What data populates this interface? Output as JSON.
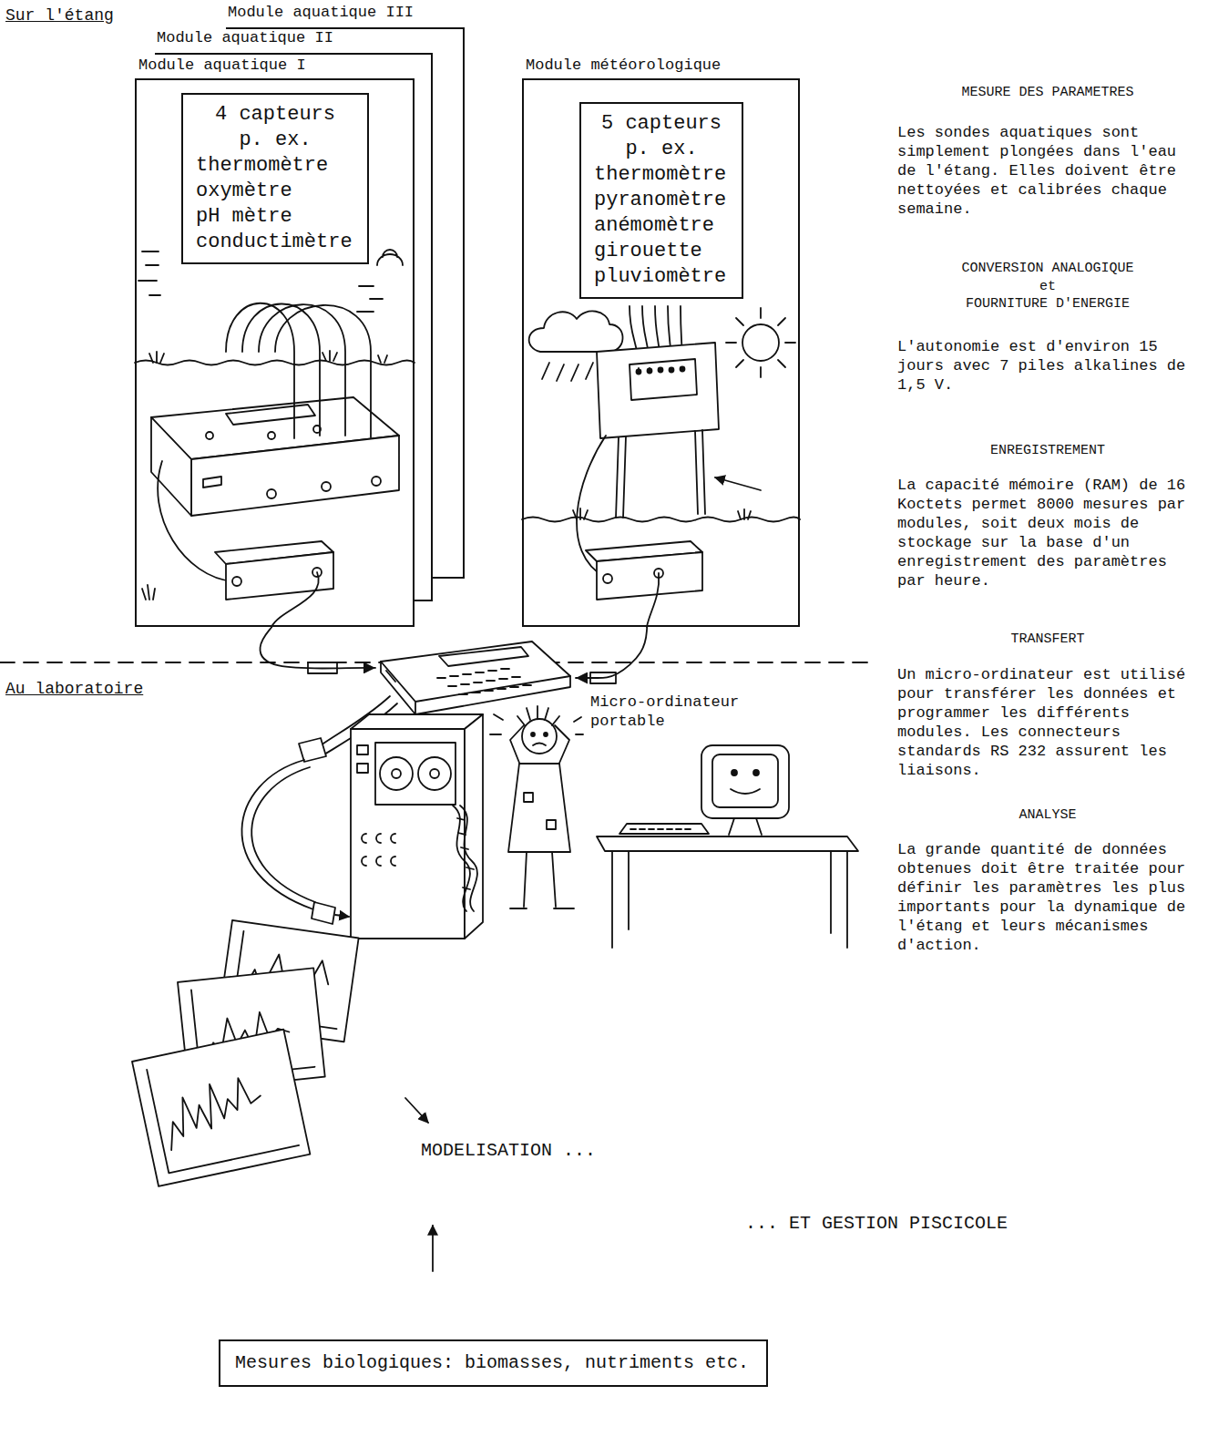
{
  "diagram": {
    "nodes": [
      {
        "text": [
          "Module aquatique III"
        ]
      },
      {
        "text": [
          "Module aquatique II"
        ]
      },
      {
        "text": [
          "Module aquatique I"
        ]
      },
      {
        "text": [
          "4 capteurs p. ex.",
          "thermomètre",
          "oxymètre",
          "pH mètre",
          "conductimètre"
        ],
        "in": 2
      },
      {
        "text": [
          "Module météorologique"
        ]
      },
      {
        "text": [
          "5 capteurs p. ex.",
          "thermomètre",
          "pyranomètre",
          "anémomètre",
          "girouette",
          "pluviomètre"
        ],
        "in": 4
      },
      {
        "text": [
          "Micro-ordinateur portable"
        ]
      },
      {
        "text": [
          "Mesures biologiques: biomasses, nutriments etc."
        ]
      }
    ],
    "edges": [
      {
        "from": 2,
        "to": 6,
        "arrow": "to"
      },
      {
        "from": 4,
        "to": 6,
        "arrow": "to"
      }
    ],
    "labels": [
      "Sur l'étang",
      "MESURE DES PARAMETRES",
      "Les sondes aquatiques sont simplement plongées dans l'eau de l'étang. Elles doivent être nettoyées et calibrées chaque semaine.",
      "CONVERSION ANALOGIQUE",
      "et",
      "FOURNITURE D'ENERGIE",
      "L'autonomie est d'environ 15 jours avec 7 piles alkalines de 1,5 V.",
      "ENREGISTREMENT",
      "La capacité mémoire (RAM) de 16 Koctets permet 8000 mesures par modules, soit deux mois de stockage sur la base d'un enregistrement des paramètres par heure.",
      "TRANSFERT",
      "Un micro-ordinateur est utilisé pour transférer les données et programmer les différents modules. Les connecteurs standards RS 232 assurent les liaisons.",
      "Au laboratoire",
      "ANALYSE",
      "La grande quantité de données obtenues doit être traitée pour définir les paramètres les plus importants pour la dynamique de l'étang et leurs mécanismes d'action.",
      "MODELISATION ...",
      "... ET GESTION PISCICOLE"
    ]
  }
}
